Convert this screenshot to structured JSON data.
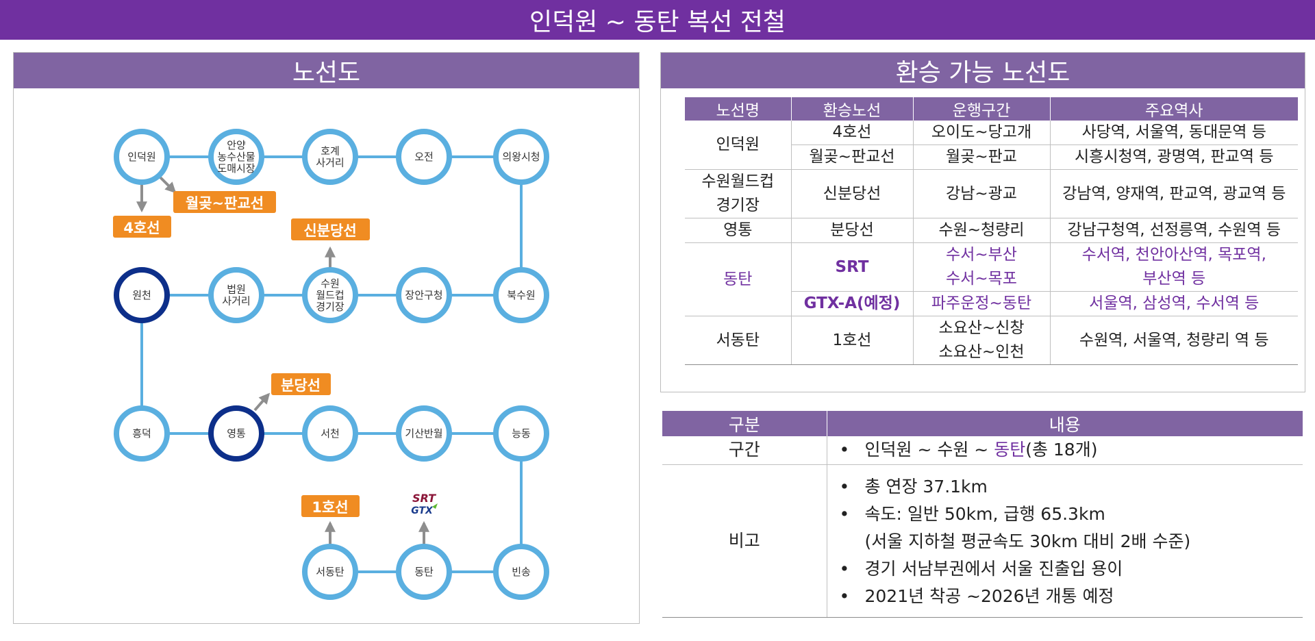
{
  "page_title": "인덕원 ~ 동탄 복선 전철",
  "route_map": {
    "title": "노선도",
    "stations": [
      {
        "id": "induk",
        "label": [
          "인덕원"
        ],
        "highlight": false
      },
      {
        "id": "anyang",
        "label": [
          "안양",
          "농수산물",
          "도매시장"
        ],
        "highlight": false
      },
      {
        "id": "hogye",
        "label": [
          "호계",
          "사거리"
        ],
        "highlight": false
      },
      {
        "id": "ojeon",
        "label": [
          "오전"
        ],
        "highlight": false
      },
      {
        "id": "uiwang",
        "label": [
          "의왕시청"
        ],
        "highlight": false
      },
      {
        "id": "wonchon",
        "label": [
          "원천"
        ],
        "highlight": true
      },
      {
        "id": "beobwon",
        "label": [
          "법원",
          "사거리"
        ],
        "highlight": false
      },
      {
        "id": "suwonwc",
        "label": [
          "수원",
          "월드컵",
          "경기장"
        ],
        "highlight": false
      },
      {
        "id": "jangan",
        "label": [
          "장안구청"
        ],
        "highlight": false
      },
      {
        "id": "buksuwon",
        "label": [
          "북수원"
        ],
        "highlight": false
      },
      {
        "id": "heungdeok",
        "label": [
          "흥덕"
        ],
        "highlight": false
      },
      {
        "id": "yeongtong",
        "label": [
          "영통"
        ],
        "highlight": true
      },
      {
        "id": "seocheon",
        "label": [
          "서천"
        ],
        "highlight": false
      },
      {
        "id": "gisan",
        "label": [
          "기산반월"
        ],
        "highlight": false
      },
      {
        "id": "neungdong",
        "label": [
          "능동"
        ],
        "highlight": false
      },
      {
        "id": "seodongtan",
        "label": [
          "서동탄"
        ],
        "highlight": false
      },
      {
        "id": "dongtan",
        "label": [
          "동탄"
        ],
        "highlight": false
      },
      {
        "id": "binsong",
        "label": [
          "빈송"
        ],
        "highlight": false
      }
    ],
    "transfer_tags": [
      {
        "id": "line4",
        "text": "4호선"
      },
      {
        "id": "wolgot",
        "text": "월곶~판교선"
      },
      {
        "id": "sinbundang",
        "text": "신분당선"
      },
      {
        "id": "bundang",
        "text": "분당선"
      },
      {
        "id": "line1",
        "text": "1호선"
      }
    ],
    "logos": {
      "srt": "SRT",
      "gtx": "GTX"
    },
    "colors": {
      "line": "#5aafe0",
      "ring": "#5aafe0",
      "ring_highlight": "#0d2f8a",
      "tag": "#f08c22",
      "arrow": "#8e8e8e"
    }
  },
  "transfer_table": {
    "title": "환승 가능 노선도",
    "headers": [
      "노선명",
      "환승노선",
      "운행구간",
      "주요역사"
    ],
    "groups": [
      {
        "name": [
          "인덕원"
        ],
        "highlight": false,
        "rows": [
          {
            "line": [
              "4호선"
            ],
            "section": [
              "오이도~당고개"
            ],
            "stations": [
              "사당역, 서울역, 동대문역 등"
            ]
          },
          {
            "line": [
              "월곶~판교선"
            ],
            "section": [
              "월곶~판교"
            ],
            "stations": [
              "시흥시청역, 광명역, 판교역 등"
            ]
          }
        ]
      },
      {
        "name": [
          "수원월드컵",
          "경기장"
        ],
        "highlight": false,
        "rows": [
          {
            "line": [
              "신분당선"
            ],
            "section": [
              "강남~광교"
            ],
            "stations": [
              "강남역, 양재역, 판교역, 광교역 등"
            ]
          }
        ]
      },
      {
        "name": [
          "영통"
        ],
        "highlight": false,
        "rows": [
          {
            "line": [
              "분당선"
            ],
            "section": [
              "수원~청량리"
            ],
            "stations": [
              "강남구청역, 선정릉역, 수원역 등"
            ]
          }
        ]
      },
      {
        "name": [
          "동탄"
        ],
        "highlight": true,
        "rows": [
          {
            "line": [
              "SRT"
            ],
            "section": [
              "수서~부산",
              "수서~목포"
            ],
            "stations": [
              "수서역, 천안아산역, 목포역,",
              "부산역 등"
            ]
          },
          {
            "line": [
              "GTX-A(예정)"
            ],
            "section": [
              "파주운정~동탄"
            ],
            "stations": [
              "서울역, 삼성역, 수서역 등"
            ]
          }
        ]
      },
      {
        "name": [
          "서동탄"
        ],
        "highlight": false,
        "rows": [
          {
            "line": [
              "1호선"
            ],
            "section": [
              "소요산~신창",
              "소요산~인천"
            ],
            "stations": [
              "수원역, 서울역, 청량리 역 등"
            ]
          }
        ]
      }
    ]
  },
  "info_table": {
    "headers": [
      "구분",
      "내용"
    ],
    "section_row": {
      "label": "구간",
      "bullet": "•",
      "text_before": "인덕원 ~ 수원 ~ ",
      "text_highlight": "동탄",
      "text_after": "(총 18개)"
    },
    "remarks_row": {
      "label": "비고",
      "bullets": [
        {
          "text": "총 연장 37.1km",
          "cont": ""
        },
        {
          "text": "속도: 일반 50km, 급행 65.3km",
          "cont": "(서울 지하철 평균속도 30km 대비 2배 수준)"
        },
        {
          "text": "경기 서남부권에서 서울 진출입 용이",
          "cont": ""
        },
        {
          "text": "2021년 착공 ~2026년 개통 예정",
          "cont": ""
        }
      ]
    }
  },
  "colors": {
    "title_bar": "#7030a0",
    "header": "#8064a2",
    "highlight_text": "#7030a0"
  }
}
